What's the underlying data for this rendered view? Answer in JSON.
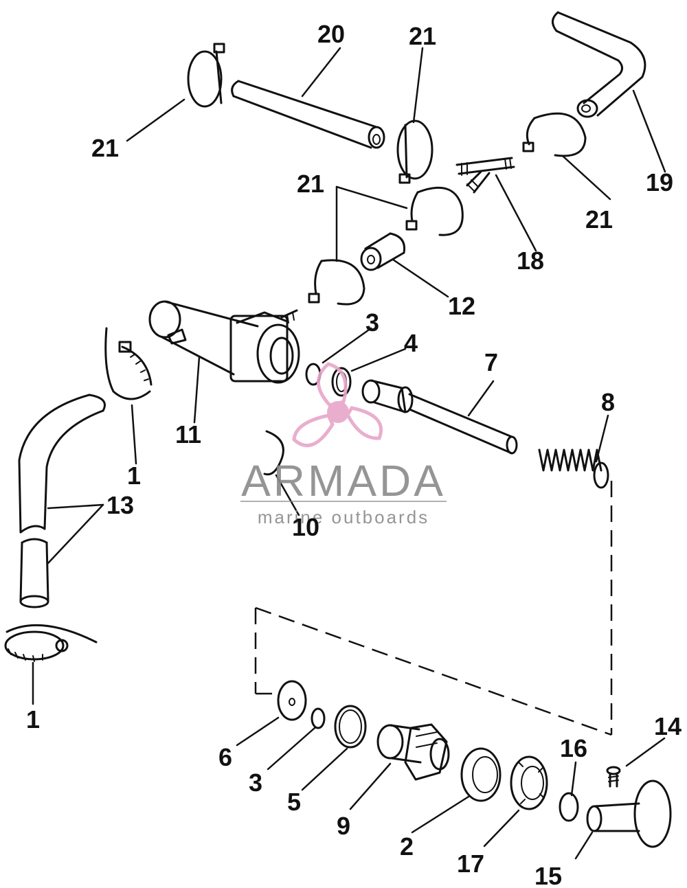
{
  "watermark": {
    "brand": "ARMADA",
    "tagline": "marine outboards",
    "logo_color": "#e7a6c9",
    "text_color": "#8a8a8a"
  },
  "callouts": {
    "c1a": "1",
    "c1b": "1",
    "c2": "2",
    "c3a": "3",
    "c3b": "3",
    "c4": "4",
    "c5": "5",
    "c6": "6",
    "c7": "7",
    "c8": "8",
    "c9": "9",
    "c10": "10",
    "c11": "11",
    "c12": "12",
    "c13": "13",
    "c14": "14",
    "c15": "15",
    "c16": "16",
    "c17": "17",
    "c18": "18",
    "c19": "19",
    "c20": "20",
    "c21a": "21",
    "c21b": "21",
    "c21c": "21",
    "c21d": "21"
  }
}
